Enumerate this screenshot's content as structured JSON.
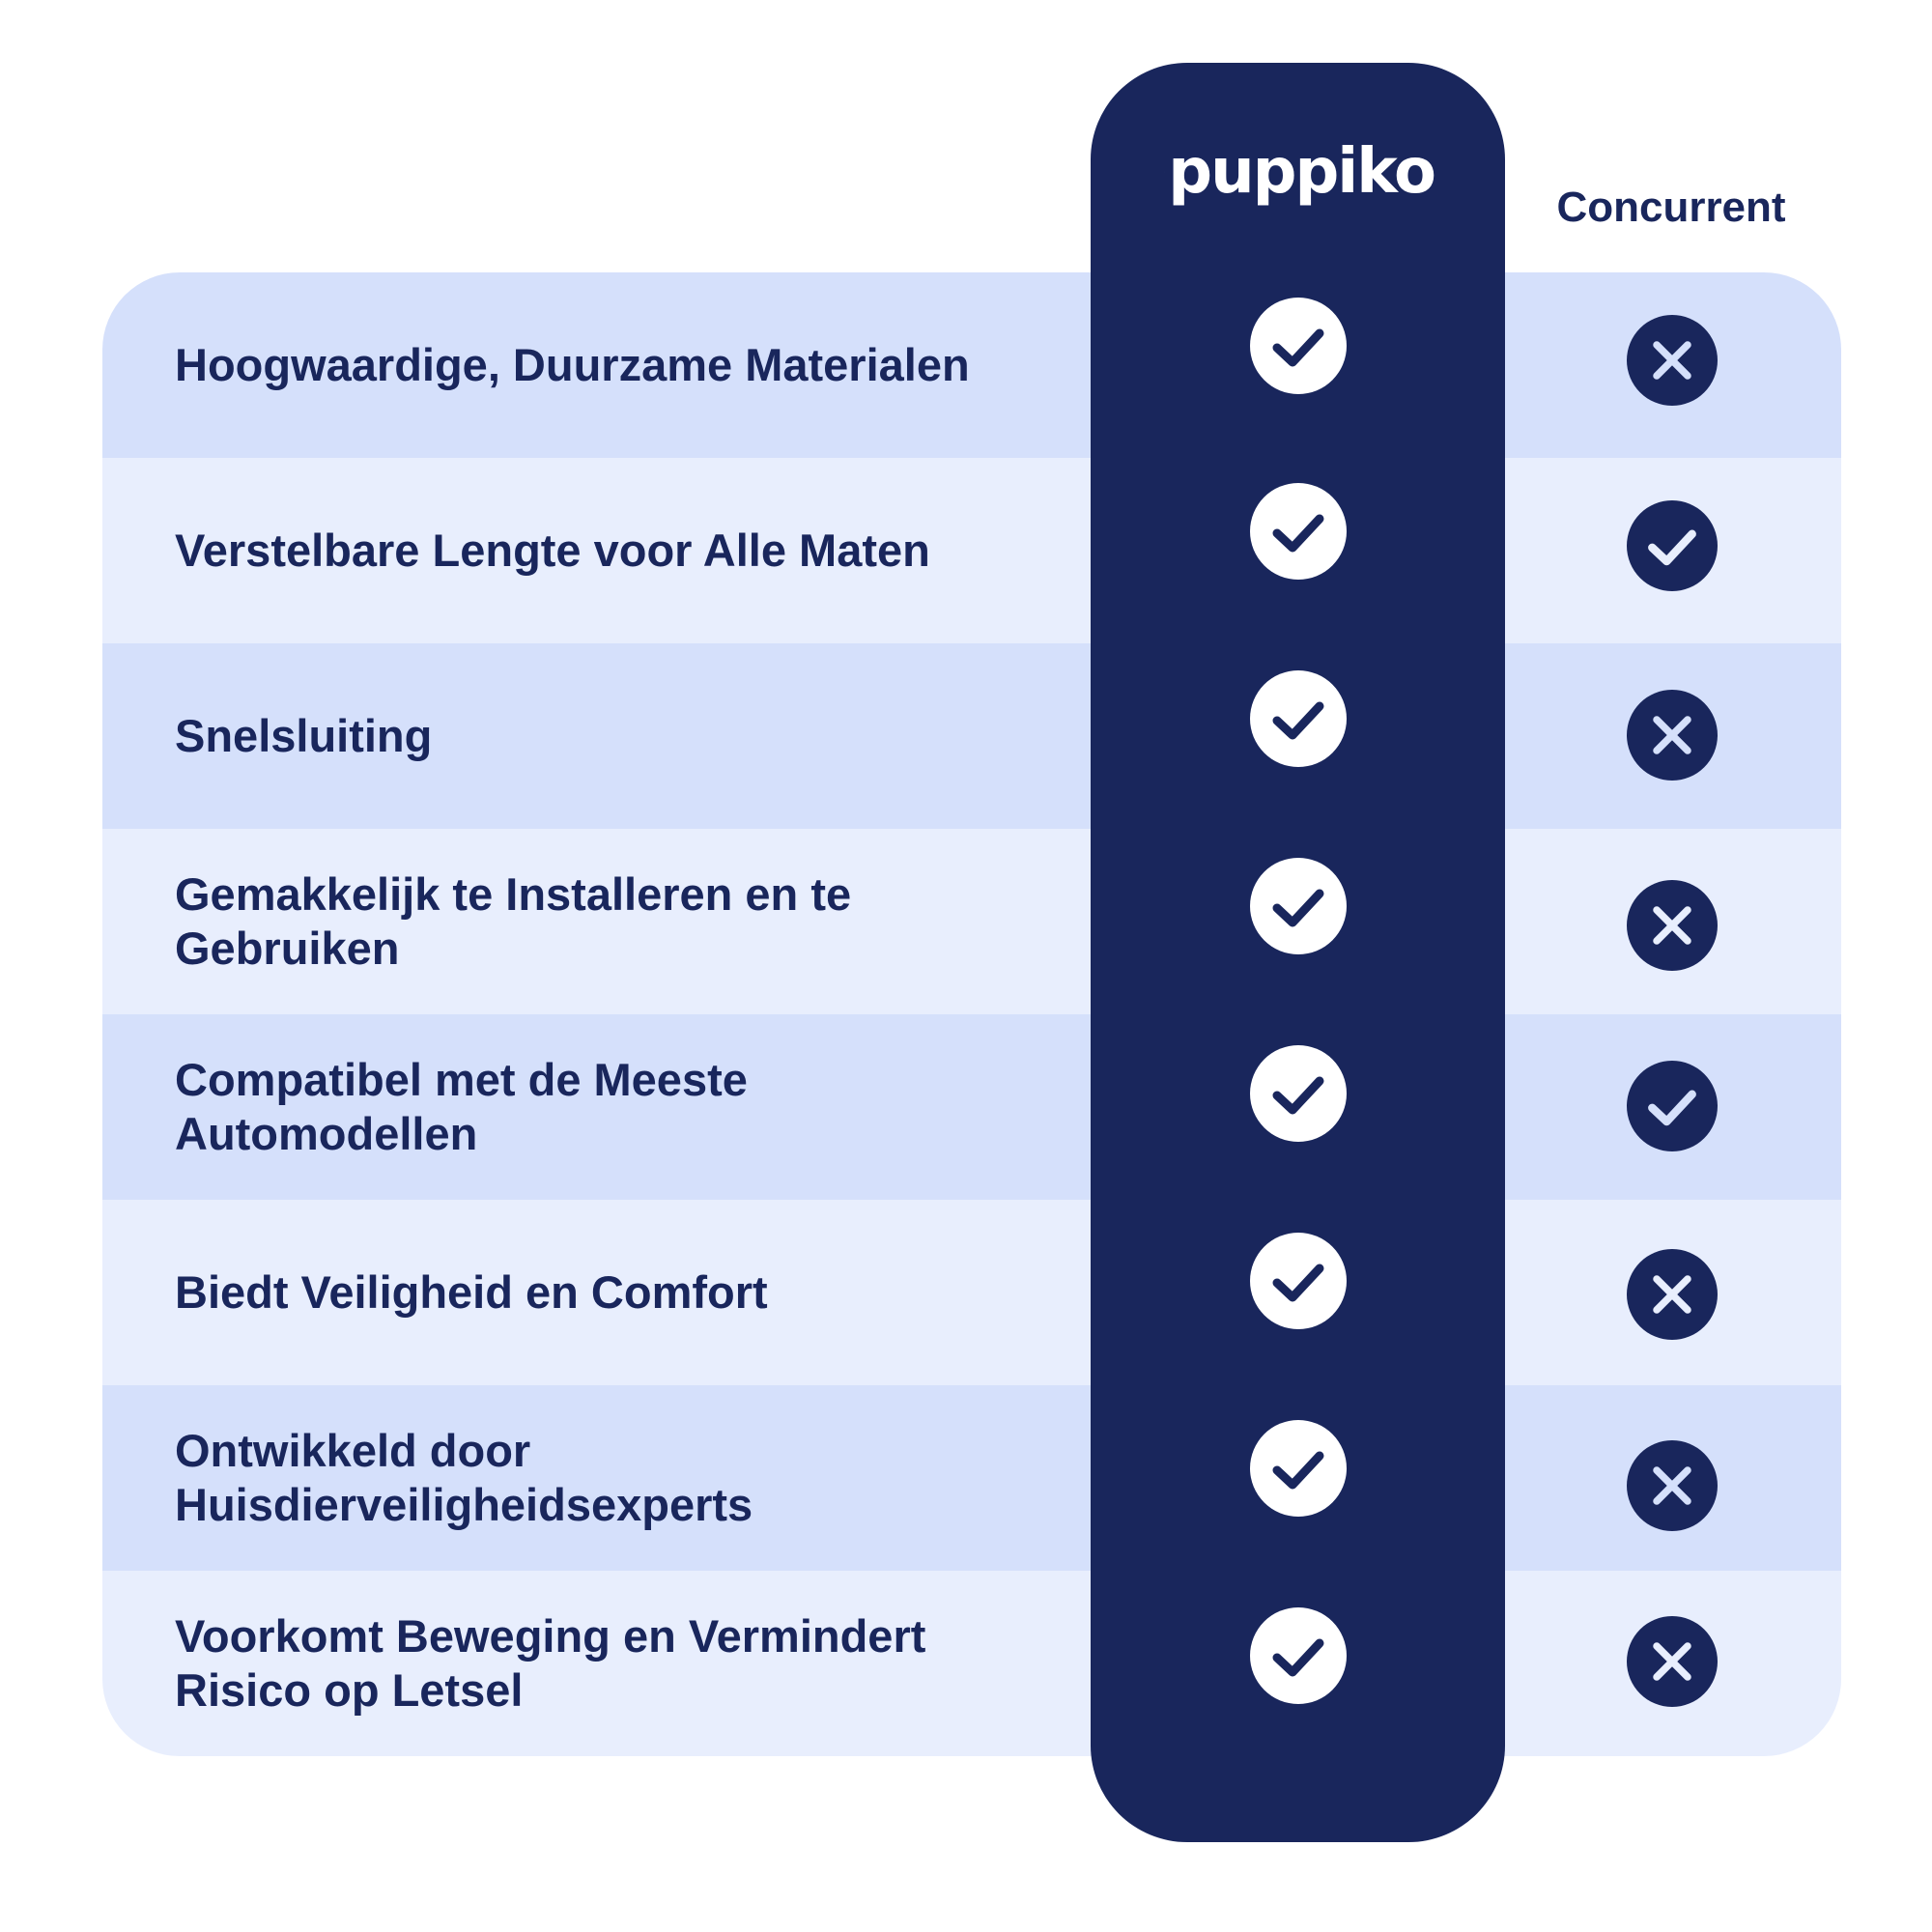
{
  "brand": {
    "name": "puppiko"
  },
  "competitor": {
    "header": "Concurrent"
  },
  "colors": {
    "navy": "#19265c",
    "row_light": "#e8eefd",
    "row_blue": "#d5e0fb",
    "white": "#ffffff"
  },
  "rows": [
    {
      "label": "Hoogwaardige, Duurzame Materialen",
      "puppiko": "check-icon",
      "concurrent": "cross-icon"
    },
    {
      "label": "Verstelbare Lengte voor Alle Maten",
      "puppiko": "check-icon",
      "concurrent": "check-icon"
    },
    {
      "label": "Snelsluiting",
      "puppiko": "check-icon",
      "concurrent": "cross-icon"
    },
    {
      "label": "Gemakkelijk te Installeren en te Gebruiken",
      "puppiko": "check-icon",
      "concurrent": "cross-icon"
    },
    {
      "label": "Compatibel met de Meeste Automodellen",
      "puppiko": "check-icon",
      "concurrent": "check-icon"
    },
    {
      "label": "Biedt Veiligheid en Comfort",
      "puppiko": "check-icon",
      "concurrent": "cross-icon"
    },
    {
      "label": "Ontwikkeld door Huisdierveiligheidsexperts",
      "puppiko": "check-icon",
      "concurrent": "cross-icon"
    },
    {
      "label": "Voorkomt Beweging en Vermindert Risico op Letsel",
      "puppiko": "check-icon",
      "concurrent": "cross-icon"
    }
  ]
}
